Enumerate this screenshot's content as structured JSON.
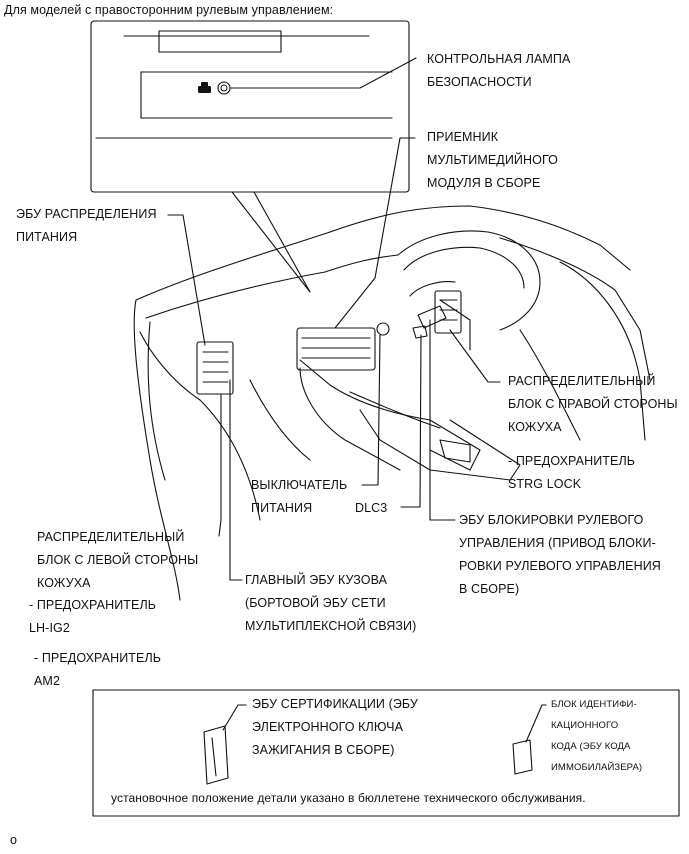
{
  "header": {
    "title": "Для моделей с правосторонним рулевым управлением:"
  },
  "labels": {
    "security_lamp": "КОНТРОЛЬНАЯ ЛАМПА\nБЕЗОПАСНОСТИ",
    "multimedia_receiver": "ПРИЕМНИК\nМУЛЬТИМЕДИЙНОГО\nМОДУЛЯ В СБОРЕ",
    "power_distribution_ecu": "ЭБУ РАСПРЕДЕЛЕНИЯ\nПИТАНИЯ",
    "right_junction_block": "РАСПРЕДЕЛИТЕЛЬНЫЙ\nБЛОК С ПРАВОЙ СТОРОНЫ\nКОЖУХА",
    "fuse_strg_lock": "- ПРЕДОХРАНИТЕЛЬ\nSTRG LOCK",
    "power_switch": "ВЫКЛЮЧАТЕЛЬ\nПИТАНИЯ",
    "dlc3": "DLC3",
    "steering_lock_ecu": "ЭБУ БЛОКИРОВКИ РУЛЕВОГО\nУПРАВЛЕНИЯ (ПРИВОД БЛОКИ-\nРОВКИ РУЛЕВОГО УПРАВЛЕНИЯ\nВ СБОРЕ)",
    "left_junction_block": "РАСПРЕДЕЛИТЕЛЬНЫЙ\nБЛОК С ЛЕВОЙ СТОРОНЫ\nКОЖУХА",
    "fuse_lh_ig2": "- ПРЕДОХРАНИТЕЛЬ\nLH-IG2",
    "fuse_am2": "- ПРЕДОХРАНИТЕЛЬ\nAM2",
    "main_body_ecu": "ГЛАВНЫЙ ЭБУ КУЗОВА\n(БОРТОВОЙ ЭБУ СЕТИ\nМУЛЬТИПЛЕКСНОЙ СВЯЗИ)"
  },
  "legend_box": {
    "certification_ecu": "ЭБУ СЕРТИФИКАЦИИ (ЭБУ\nЭЛЕКТРОННОГО КЛЮЧА\nЗАЖИГАНИЯ В СБОРЕ)",
    "id_code_box": "БЛОК ИДЕНТИФИ-\nКАЦИОННОГО\nКОДА (ЭБУ КОДА\nИММОБИЛАЙЗЕРА)",
    "note": "установочное положение детали указано в бюллетене технического обслуживания."
  },
  "footer": {
    "mark": "о"
  },
  "colors": {
    "line": "#111111",
    "background": "#ffffff"
  }
}
